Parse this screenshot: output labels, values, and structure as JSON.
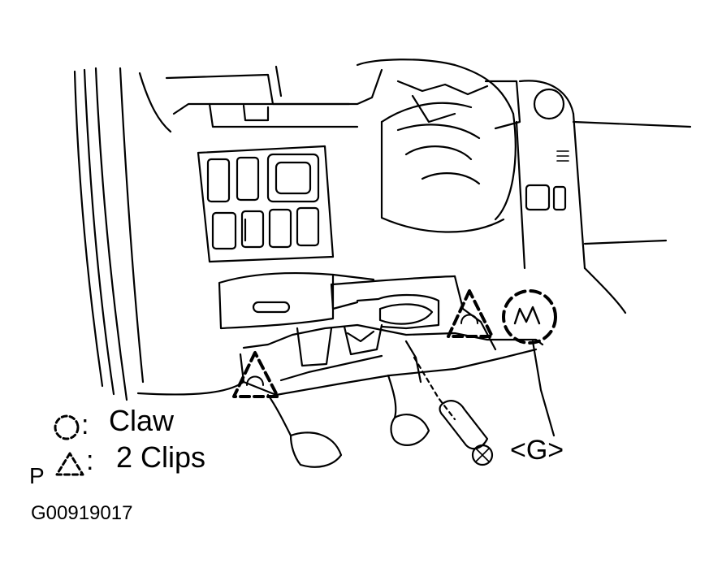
{
  "legend": {
    "claw_label": "Claw",
    "clips_label": "2 Clips",
    "clips_prefix": "P",
    "colon": ":"
  },
  "callout": {
    "view_label": "<G>"
  },
  "figure_id": "G00919017",
  "colors": {
    "ink": "#000000",
    "paper": "#ffffff"
  }
}
